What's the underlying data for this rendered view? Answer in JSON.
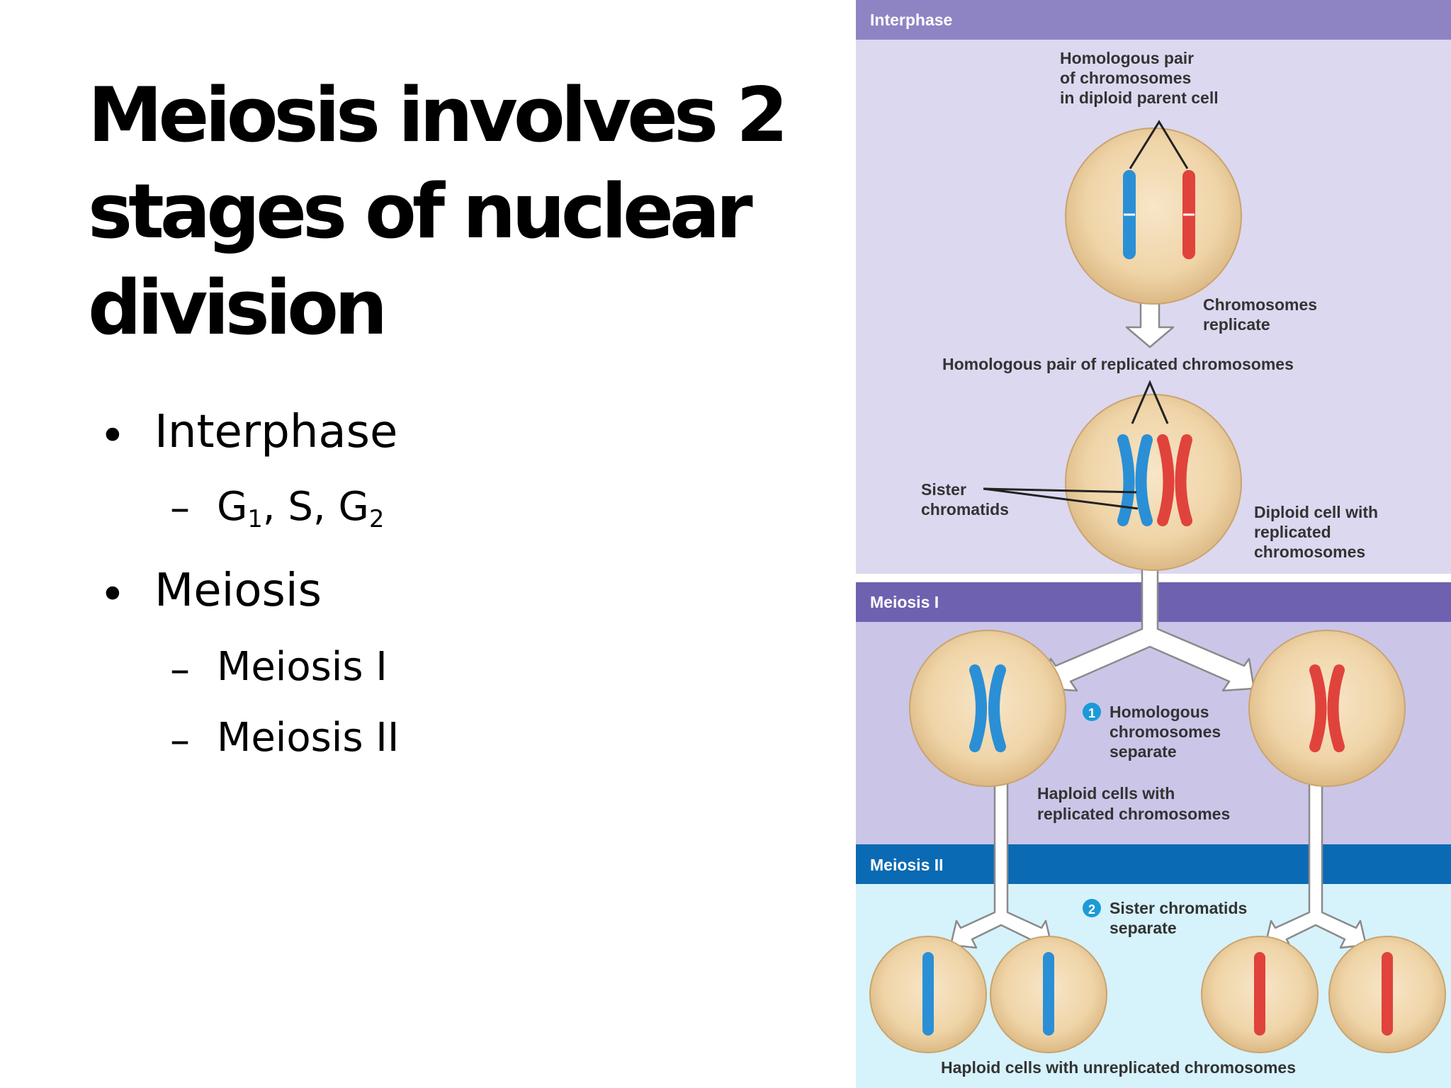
{
  "slide": {
    "title_lines": [
      "Meiosis involves 2",
      "stages of nuclear",
      "division"
    ],
    "bullets": [
      {
        "text": "Interphase",
        "sub": [
          {
            "parts": [
              "G",
              "1",
              ", S, G",
              "2"
            ]
          }
        ]
      },
      {
        "text": "Meiosis",
        "sub": [
          {
            "text": "Meiosis I"
          },
          {
            "text": "Meiosis II"
          }
        ]
      }
    ]
  },
  "diagram": {
    "colors": {
      "interphase_band": "#dcd8ef",
      "interphase_header": "#8e84c4",
      "meiosis1_band": "#cbc6e8",
      "meiosis1_header": "#6e62b0",
      "meiosis2_band": "#d6f2fb",
      "meiosis2_header": "#0a6ab3",
      "cell_fill": "#f0d7ae",
      "blue_chromosome": "#2b8fd6",
      "red_chromosome": "#e0433b"
    },
    "sections": {
      "interphase": "Interphase",
      "meiosis1": "Meiosis I",
      "meiosis2": "Meiosis II"
    },
    "labels": {
      "homologous_pair": [
        "Homologous pair",
        "of chromosomes",
        "in diploid parent cell"
      ],
      "chromosomes_replicate": [
        "Chromosomes",
        "replicate"
      ],
      "homologous_replicated": "Homologous pair of replicated chromosomes",
      "sister_chromatids": [
        "Sister",
        "chromatids"
      ],
      "diploid_cell": [
        "Diploid cell with",
        "replicated",
        "chromosomes"
      ],
      "step1_number": "1",
      "step1": [
        "Homologous",
        "chromosomes",
        "separate"
      ],
      "haploid_replicated": [
        "Haploid cells with",
        "replicated chromosomes"
      ],
      "step2_number": "2",
      "step2": [
        "Sister chromatids",
        "separate"
      ],
      "haploid_unreplicated": "Haploid cells with unreplicated chromosomes"
    }
  }
}
